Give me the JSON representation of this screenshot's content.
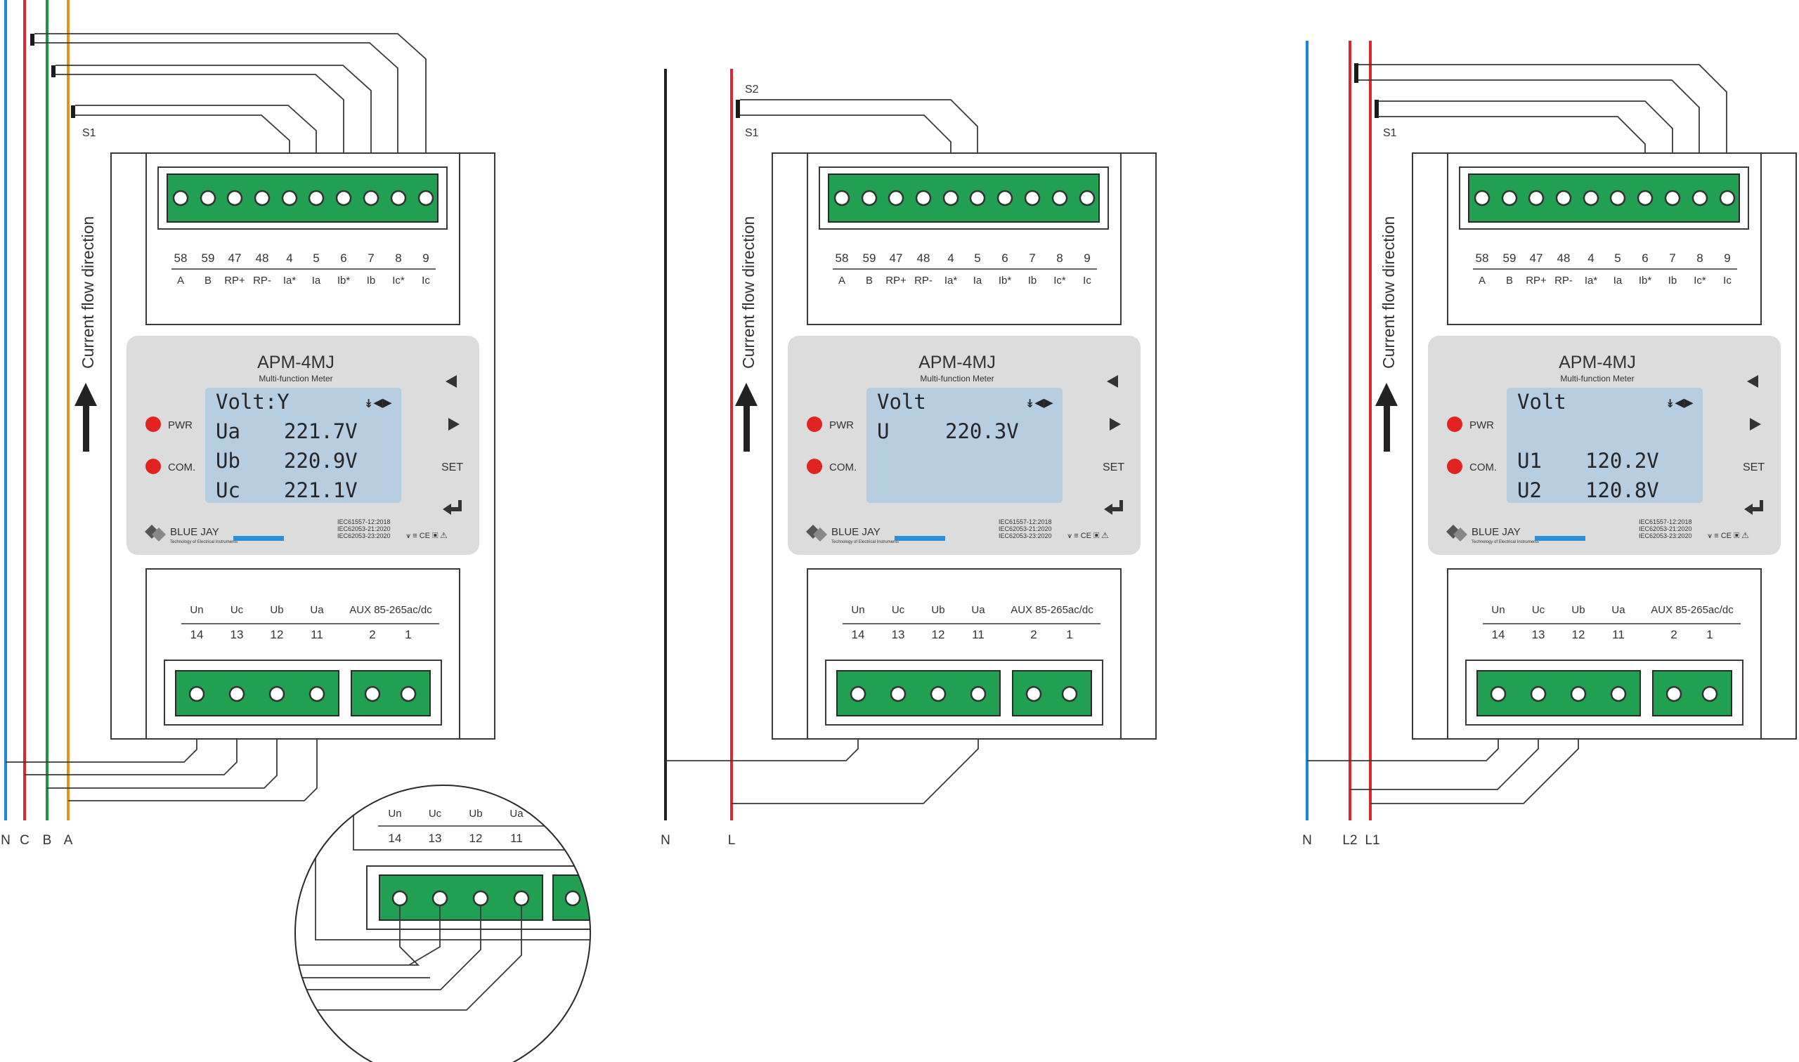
{
  "colors": {
    "N_wire": "#1a8ad0",
    "C_wire": "#e0262b",
    "B_wire": "#1f9140",
    "A_wire": "#e8921e",
    "L_wire": "#e0262b",
    "black_wire": "#222222",
    "terminal_green": "#21a052",
    "led_red": "#e32222",
    "lcd_bg": "#b7cde0"
  },
  "flow_label": "Current flow direction",
  "top_terminals": {
    "numbers": [
      "58",
      "59",
      "47",
      "48",
      "4",
      "5",
      "6",
      "7",
      "8",
      "9"
    ],
    "names": [
      "A",
      "B",
      "RP+",
      "RP-",
      "Ia*",
      "Ia",
      "Ib*",
      "Ib",
      "Ic*",
      "Ic"
    ]
  },
  "bottom_terminals": {
    "volt_names": [
      "Un",
      "Uc",
      "Ub",
      "Ua"
    ],
    "volt_numbers": [
      "14",
      "13",
      "12",
      "11"
    ],
    "aux_label": "AUX 85-265ac/dc",
    "aux_numbers": [
      "2",
      "1"
    ]
  },
  "meter": {
    "model": "APM-4MJ",
    "subtitle": "Multi-function Meter",
    "pwr": "PWR",
    "com": "COM.",
    "set": "SET",
    "brand": "BLUE JAY",
    "brand_tag": "Technology of Electrical Instruments",
    "standards": [
      "IEC61557-12:2018",
      "IEC62053-21:2020",
      "IEC62053-23:2020"
    ]
  },
  "panels": [
    {
      "wire_labels": [
        "N",
        "C",
        "B",
        "A"
      ],
      "ct_labels": [
        "S1"
      ],
      "lcd": {
        "title": "Volt:Y",
        "rows": [
          {
            "name": "Ua",
            "value": "221.7V"
          },
          {
            "name": "Ub",
            "value": "220.9V"
          },
          {
            "name": "Uc",
            "value": "221.1V"
          }
        ]
      }
    },
    {
      "wire_labels": [
        "N",
        "L"
      ],
      "ct_labels": [
        "S2",
        "S1"
      ],
      "lcd": {
        "title": "Volt",
        "rows": [
          {
            "name": "U",
            "value": "220.3V"
          }
        ]
      }
    },
    {
      "wire_labels": [
        "N",
        "L2",
        "L1"
      ],
      "ct_labels": [
        "S1"
      ],
      "lcd": {
        "title": "Volt",
        "rows": [
          {
            "name": "U1",
            "value": "120.2V"
          },
          {
            "name": "U2",
            "value": "120.8V"
          }
        ]
      }
    }
  ],
  "zoom": {
    "volt_names": [
      "Un",
      "Uc",
      "Ub",
      "Ua"
    ],
    "volt_numbers": [
      "14",
      "13",
      "12",
      "11"
    ]
  }
}
